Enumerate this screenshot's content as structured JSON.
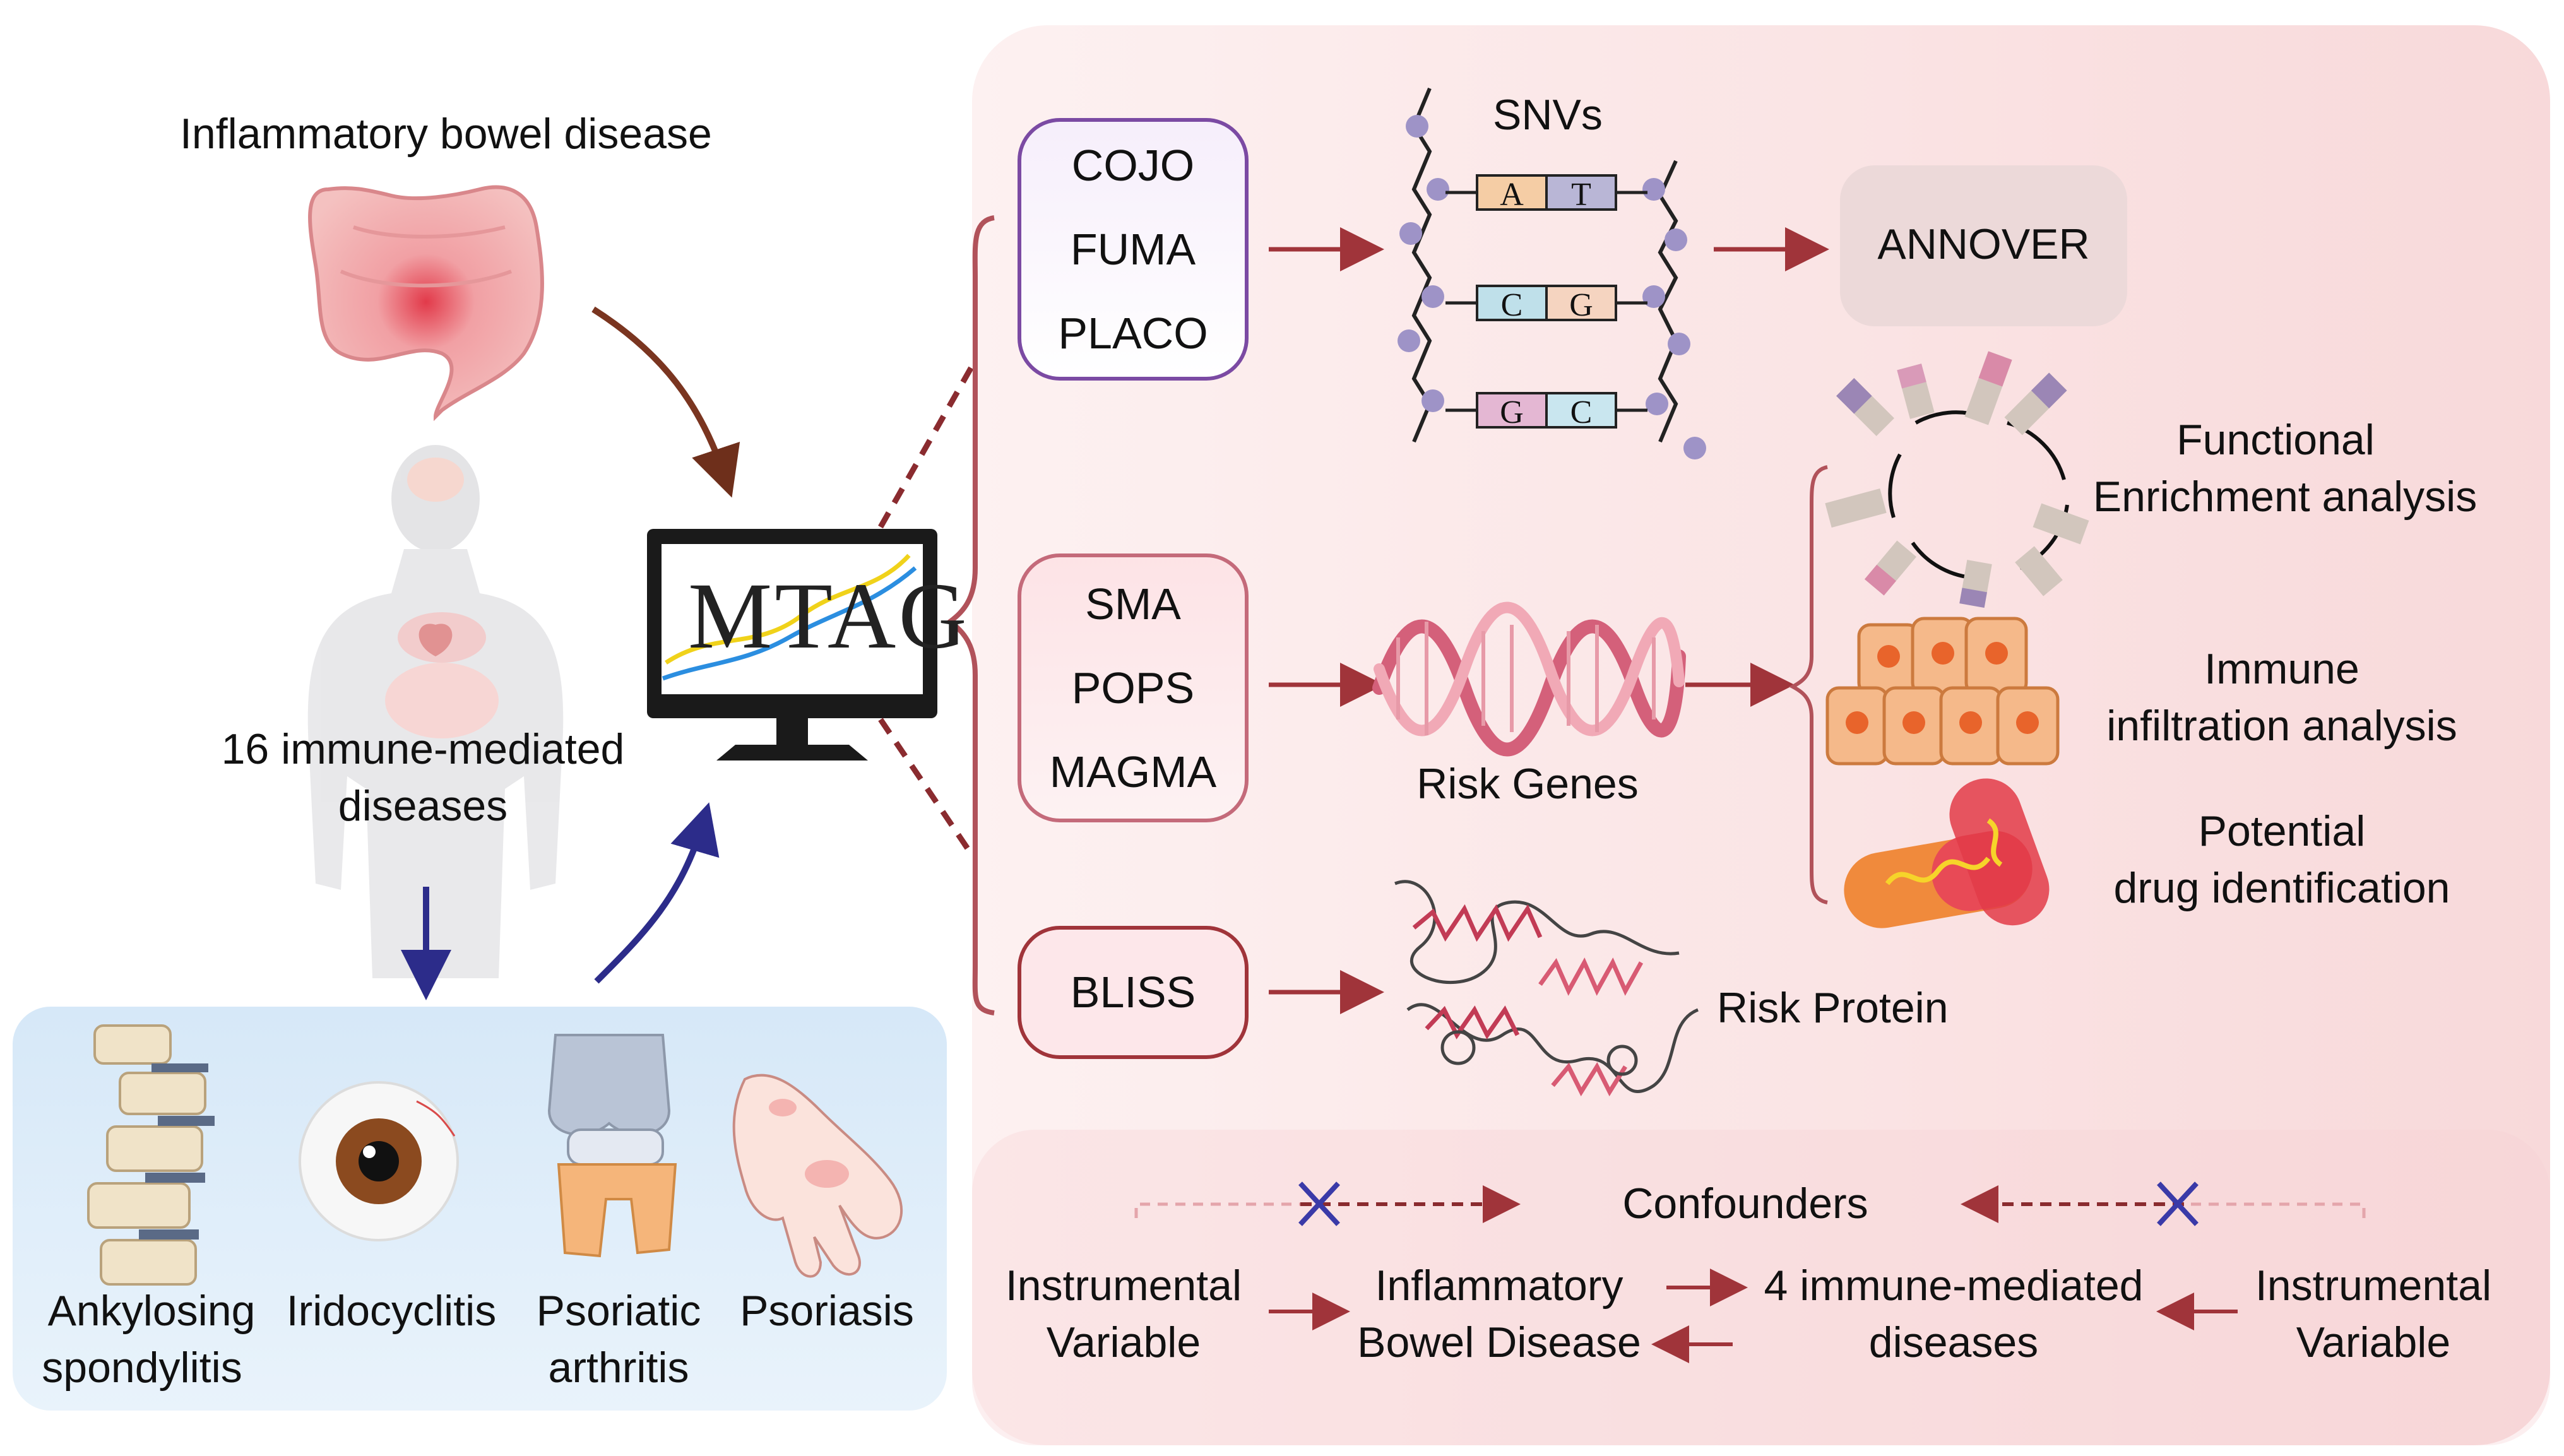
{
  "colors": {
    "accent": "#a0343a",
    "purple_box": "#7b4aa3",
    "pink_box": "#c46a7a",
    "blue_panel": "#dcebf7",
    "pink_panel": "#fbe7e7",
    "arrow_navy": "#2c2c8a",
    "arrow_brown": "#7a3520"
  },
  "left": {
    "ibd_title": "Inflammatory bowel disease",
    "imd_line1": "16 immune-mediated",
    "imd_line2": "diseases",
    "diseases": [
      {
        "line1": "Ankylosing",
        "line2": "spondylitis",
        "icon": "spine-icon"
      },
      {
        "line1": "Iridocyclitis",
        "line2": "",
        "icon": "eye-icon"
      },
      {
        "line1": "Psoriatic",
        "line2": "arthritis",
        "icon": "knee-joint-icon"
      },
      {
        "line1": "Psoriasis",
        "line2": "",
        "icon": "hand-skin-icon"
      }
    ]
  },
  "center": {
    "monitor_text": "MTAG"
  },
  "methods": {
    "box1": [
      "COJO",
      "FUMA",
      "PLACO"
    ],
    "box2": [
      "SMA",
      "POPS",
      "MAGMA"
    ],
    "box3": [
      "BLISS"
    ]
  },
  "outputs": {
    "snvs": "SNVs",
    "base_pairs": [
      [
        "A",
        "T"
      ],
      [
        "C",
        "G"
      ],
      [
        "G",
        "C"
      ]
    ],
    "annover": "ANNOVER",
    "risk_genes": "Risk Genes",
    "risk_protein": "Risk Protein",
    "functional_line1": "Functional",
    "functional_line2": "Enrichment analysis",
    "immune_line1": "Immune",
    "immune_line2": "infiltration analysis",
    "drug_line1": "Potential",
    "drug_line2": "drug identification"
  },
  "mr": {
    "confounders": "Confounders",
    "iv_left_line1": "Instrumental",
    "iv_left_line2": "Variable",
    "ibd_line1": "Inflammatory",
    "ibd_line2": "Bowel Disease",
    "imd4_line1": "4 immune-mediated",
    "imd4_line2": "diseases",
    "iv_right_line1": "Instrumental",
    "iv_right_line2": "Variable"
  }
}
